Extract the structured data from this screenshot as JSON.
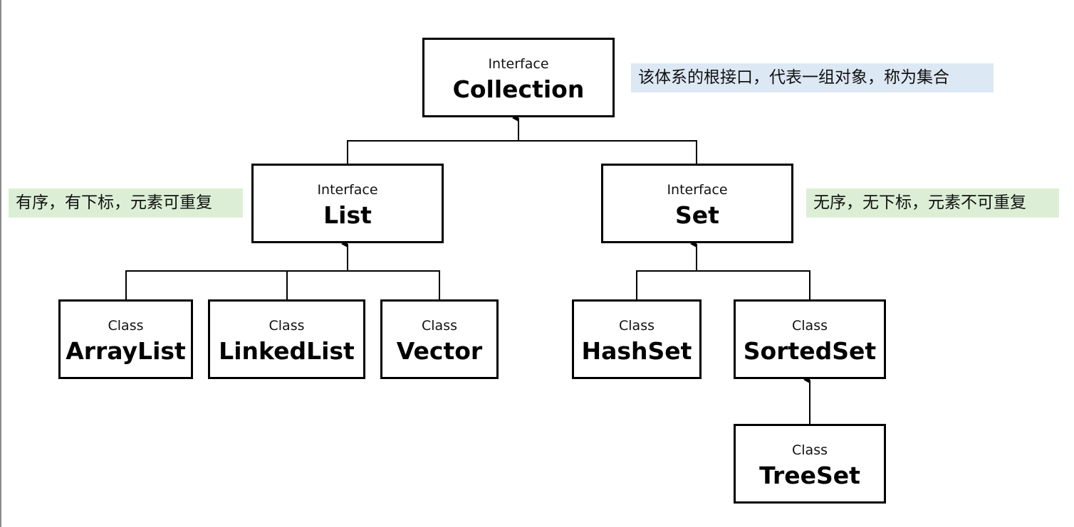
{
  "colors": {
    "note_blue": "#dde8f5",
    "note_green": "#dcefd6",
    "line": "#000000"
  },
  "nodes": {
    "collection": {
      "kind": "Interface",
      "name": "Collection"
    },
    "list": {
      "kind": "Interface",
      "name": "List"
    },
    "set": {
      "kind": "Interface",
      "name": "Set"
    },
    "arraylist": {
      "kind": "Class",
      "name": "ArrayList"
    },
    "linkedlist": {
      "kind": "Class",
      "name": "LinkedList"
    },
    "vector": {
      "kind": "Class",
      "name": "Vector"
    },
    "hashset": {
      "kind": "Class",
      "name": "HashSet"
    },
    "sortedset": {
      "kind": "Class",
      "name": "SortedSet"
    },
    "treeset": {
      "kind": "Class",
      "name": "TreeSet"
    }
  },
  "notes": {
    "collection": "该体系的根接口，代表一组对象，称为集合",
    "list": "有序，有下标，元素可重复",
    "set": "无序，无下标，元素不可重复"
  }
}
